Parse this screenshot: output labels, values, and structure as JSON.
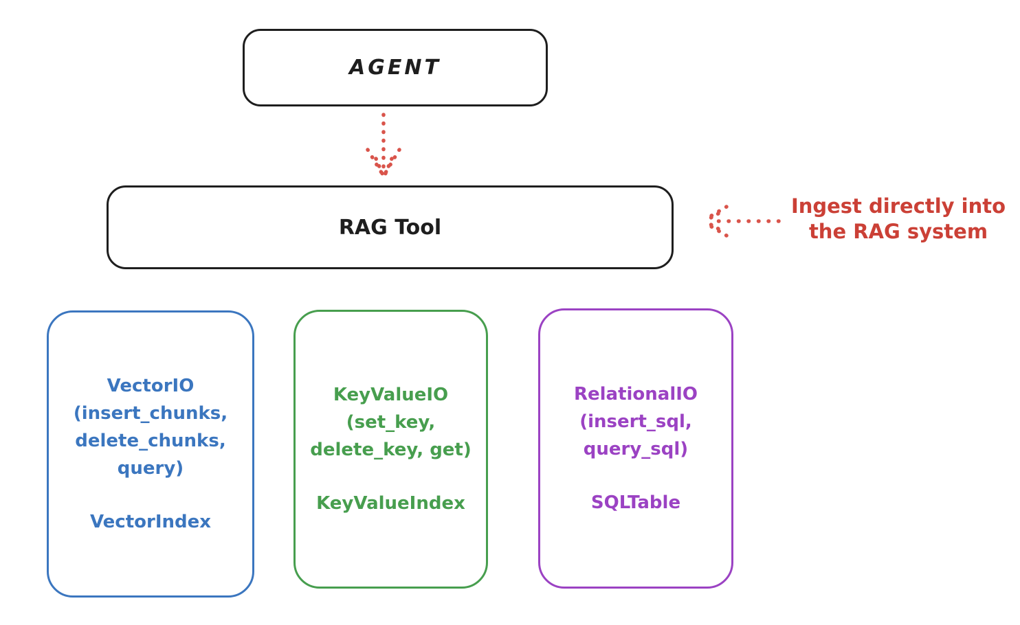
{
  "diagram": {
    "background_color": "#ffffff",
    "ink_color": "#1e1e1e",
    "accent_red": "#cb4036",
    "arrow_red": "#d9544b",
    "agent_box": {
      "label": "AGENT"
    },
    "rag_tool_box": {
      "label": "RAG Tool"
    },
    "annotation": {
      "text": "Ingest directly into\nthe RAG system"
    },
    "storage_boxes": [
      {
        "id": "vector-io",
        "accent_color": "#3b76bf",
        "body": "VectorIO\n(insert_chunks,\ndelete_chunks,\nquery)",
        "footer": "VectorIndex"
      },
      {
        "id": "keyvalue-io",
        "accent_color": "#479e4e",
        "body": "KeyValueIO\n(set_key,\ndelete_key, get)",
        "footer": "KeyValueIndex"
      },
      {
        "id": "relational-io",
        "accent_color": "#9b42c3",
        "body": "RelationalIO\n(insert_sql,\nquery_sql)",
        "footer": "SQLTable"
      }
    ]
  }
}
